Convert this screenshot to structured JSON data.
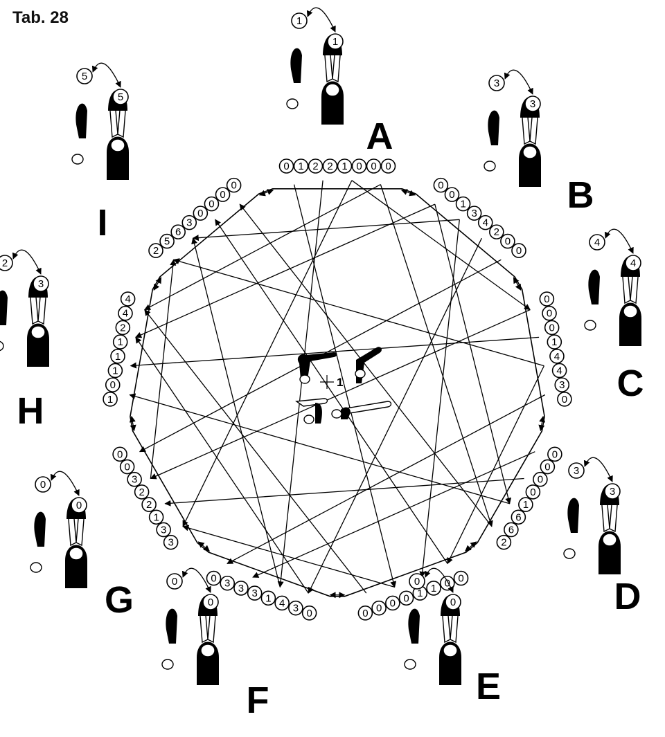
{
  "title": "Tab. 28",
  "center_label": "1",
  "stations": [
    {
      "label": "A",
      "sequence": [
        "0",
        "1",
        "2",
        "2",
        "1",
        "0",
        "0",
        "0"
      ],
      "swap": [
        "1",
        "1"
      ]
    },
    {
      "label": "B",
      "sequence": [
        "0",
        "0",
        "1",
        "3",
        "4",
        "2",
        "0",
        "0"
      ],
      "swap": [
        "3",
        "3"
      ]
    },
    {
      "label": "C",
      "sequence": [
        "0",
        "0",
        "0",
        "1",
        "4",
        "4",
        "3",
        "0"
      ],
      "swap": [
        "4",
        "4"
      ]
    },
    {
      "label": "D",
      "sequence": [
        "0",
        "0",
        "0",
        "0",
        "1",
        "6",
        "6",
        "2"
      ],
      "swap": [
        "3",
        "3"
      ]
    },
    {
      "label": "E",
      "sequence": [
        "0",
        "0",
        "1",
        "1",
        "0",
        "0",
        "0",
        "0"
      ],
      "swap": [
        "0",
        "0"
      ]
    },
    {
      "label": "F",
      "sequence": [
        "0",
        "3",
        "4",
        "1",
        "3",
        "3",
        "3",
        "0"
      ],
      "swap": [
        "0",
        "0"
      ]
    },
    {
      "label": "G",
      "sequence": [
        "3",
        "3",
        "1",
        "2",
        "2",
        "3",
        "0",
        "0"
      ],
      "swap": [
        "0",
        "0"
      ]
    },
    {
      "label": "H",
      "sequence": [
        "1",
        "0",
        "1",
        "1",
        "1",
        "2",
        "4",
        "4"
      ],
      "swap": [
        "2",
        "3"
      ]
    },
    {
      "label": "I",
      "sequence": [
        "2",
        "5",
        "6",
        "3",
        "0",
        "0",
        "0",
        "0"
      ],
      "swap": [
        "5",
        "5"
      ]
    }
  ]
}
